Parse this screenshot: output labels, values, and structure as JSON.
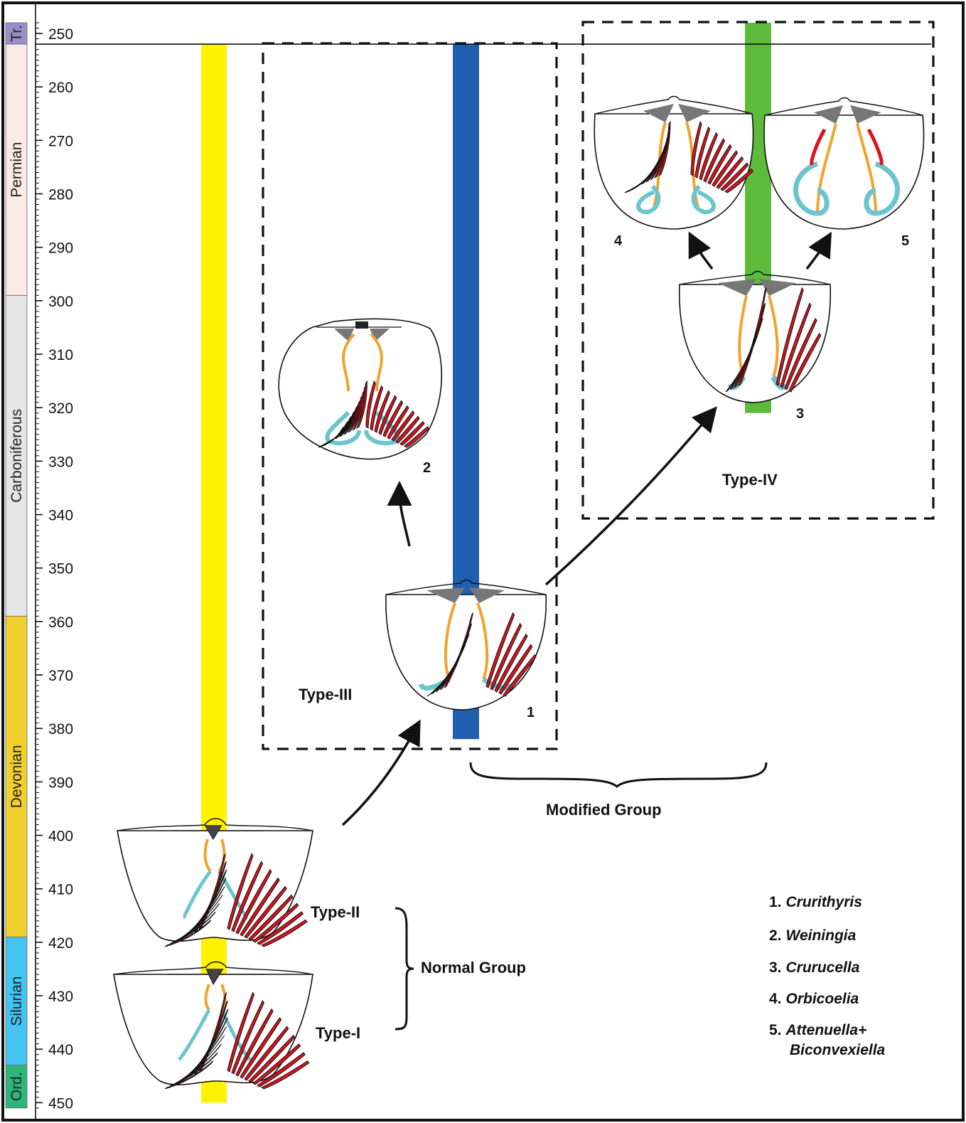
{
  "timescale": {
    "unit": "",
    "ticks": [
      "250",
      "260",
      "270",
      "280",
      "290",
      "300",
      "310",
      "320",
      "330",
      "340",
      "350",
      "360",
      "370",
      "380",
      "390",
      "400",
      "410",
      "420",
      "430",
      "440",
      "450"
    ],
    "periods": [
      {
        "name": "Tr.",
        "from": 248,
        "to": 252,
        "color": "#9b8fc9"
      },
      {
        "name": "Permian",
        "from": 252,
        "to": 299,
        "color": "#fbe9e4"
      },
      {
        "name": "Carboniferous",
        "from": 299,
        "to": 359,
        "color": "#e6e6e6"
      },
      {
        "name": "Devonian",
        "from": 359,
        "to": 419,
        "color": "#f1cf2f"
      },
      {
        "name": "Silurian",
        "from": 419,
        "to": 443,
        "color": "#44c4f0"
      },
      {
        "name": "Ord.",
        "from": 443,
        "to": 451,
        "color": "#2db57a"
      }
    ],
    "boundary": 252
  },
  "ranges": [
    {
      "name": "Normal Group",
      "color": "#fff200",
      "from": 252,
      "to": 450
    },
    {
      "name": "Type-III",
      "color": "#1f5fb0",
      "from": 252,
      "to": 382
    },
    {
      "name": "Type-IV",
      "color": "#5dba3b",
      "from": 248,
      "to": 321
    }
  ],
  "labels": {
    "type_i": "Type-I",
    "type_ii": "Type-II",
    "type_iii": "Type-III",
    "type_iv": "Type-IV",
    "normal_group": "Normal Group",
    "modified_group": "Modified Group",
    "n1": "1",
    "n2": "2",
    "n3": "3",
    "n4": "4",
    "n5": "5"
  },
  "legend": [
    {
      "num": "1.",
      "name": "Crurithyris"
    },
    {
      "num": "2.",
      "name": "Weiningia"
    },
    {
      "num": "3.",
      "name": "Crurucella"
    },
    {
      "num": "4.",
      "name": "Orbicoelia"
    },
    {
      "num": "5.",
      "name": "Attenuella+",
      "name2": "Biconvexiella"
    }
  ],
  "colors": {
    "spiralia_red": "#d8141f",
    "jugum_orange": "#f0a32d",
    "loop_blue": "#6cc4cf",
    "shell_outline": "#111111"
  }
}
